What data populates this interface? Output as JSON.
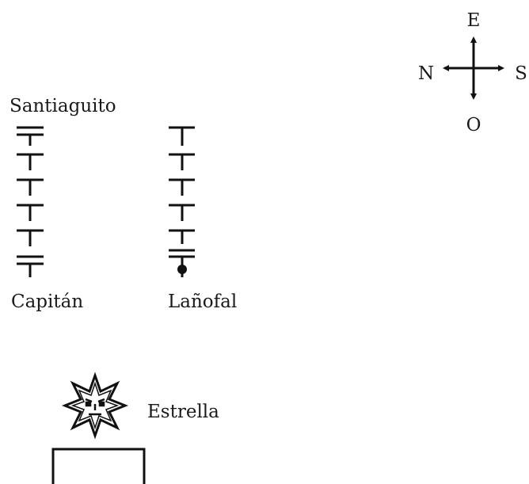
{
  "compass": {
    "north": "N",
    "east": "E",
    "south": "S",
    "west": "O"
  },
  "columns": [
    {
      "top_label": "Santiaguito",
      "bottom_label": "Capitán"
    },
    {
      "top_label": "",
      "bottom_label": "Lañofal"
    }
  ],
  "figure": {
    "label": "Estrella"
  },
  "colors": {
    "ink": "#111111",
    "background": "#ffffff"
  }
}
